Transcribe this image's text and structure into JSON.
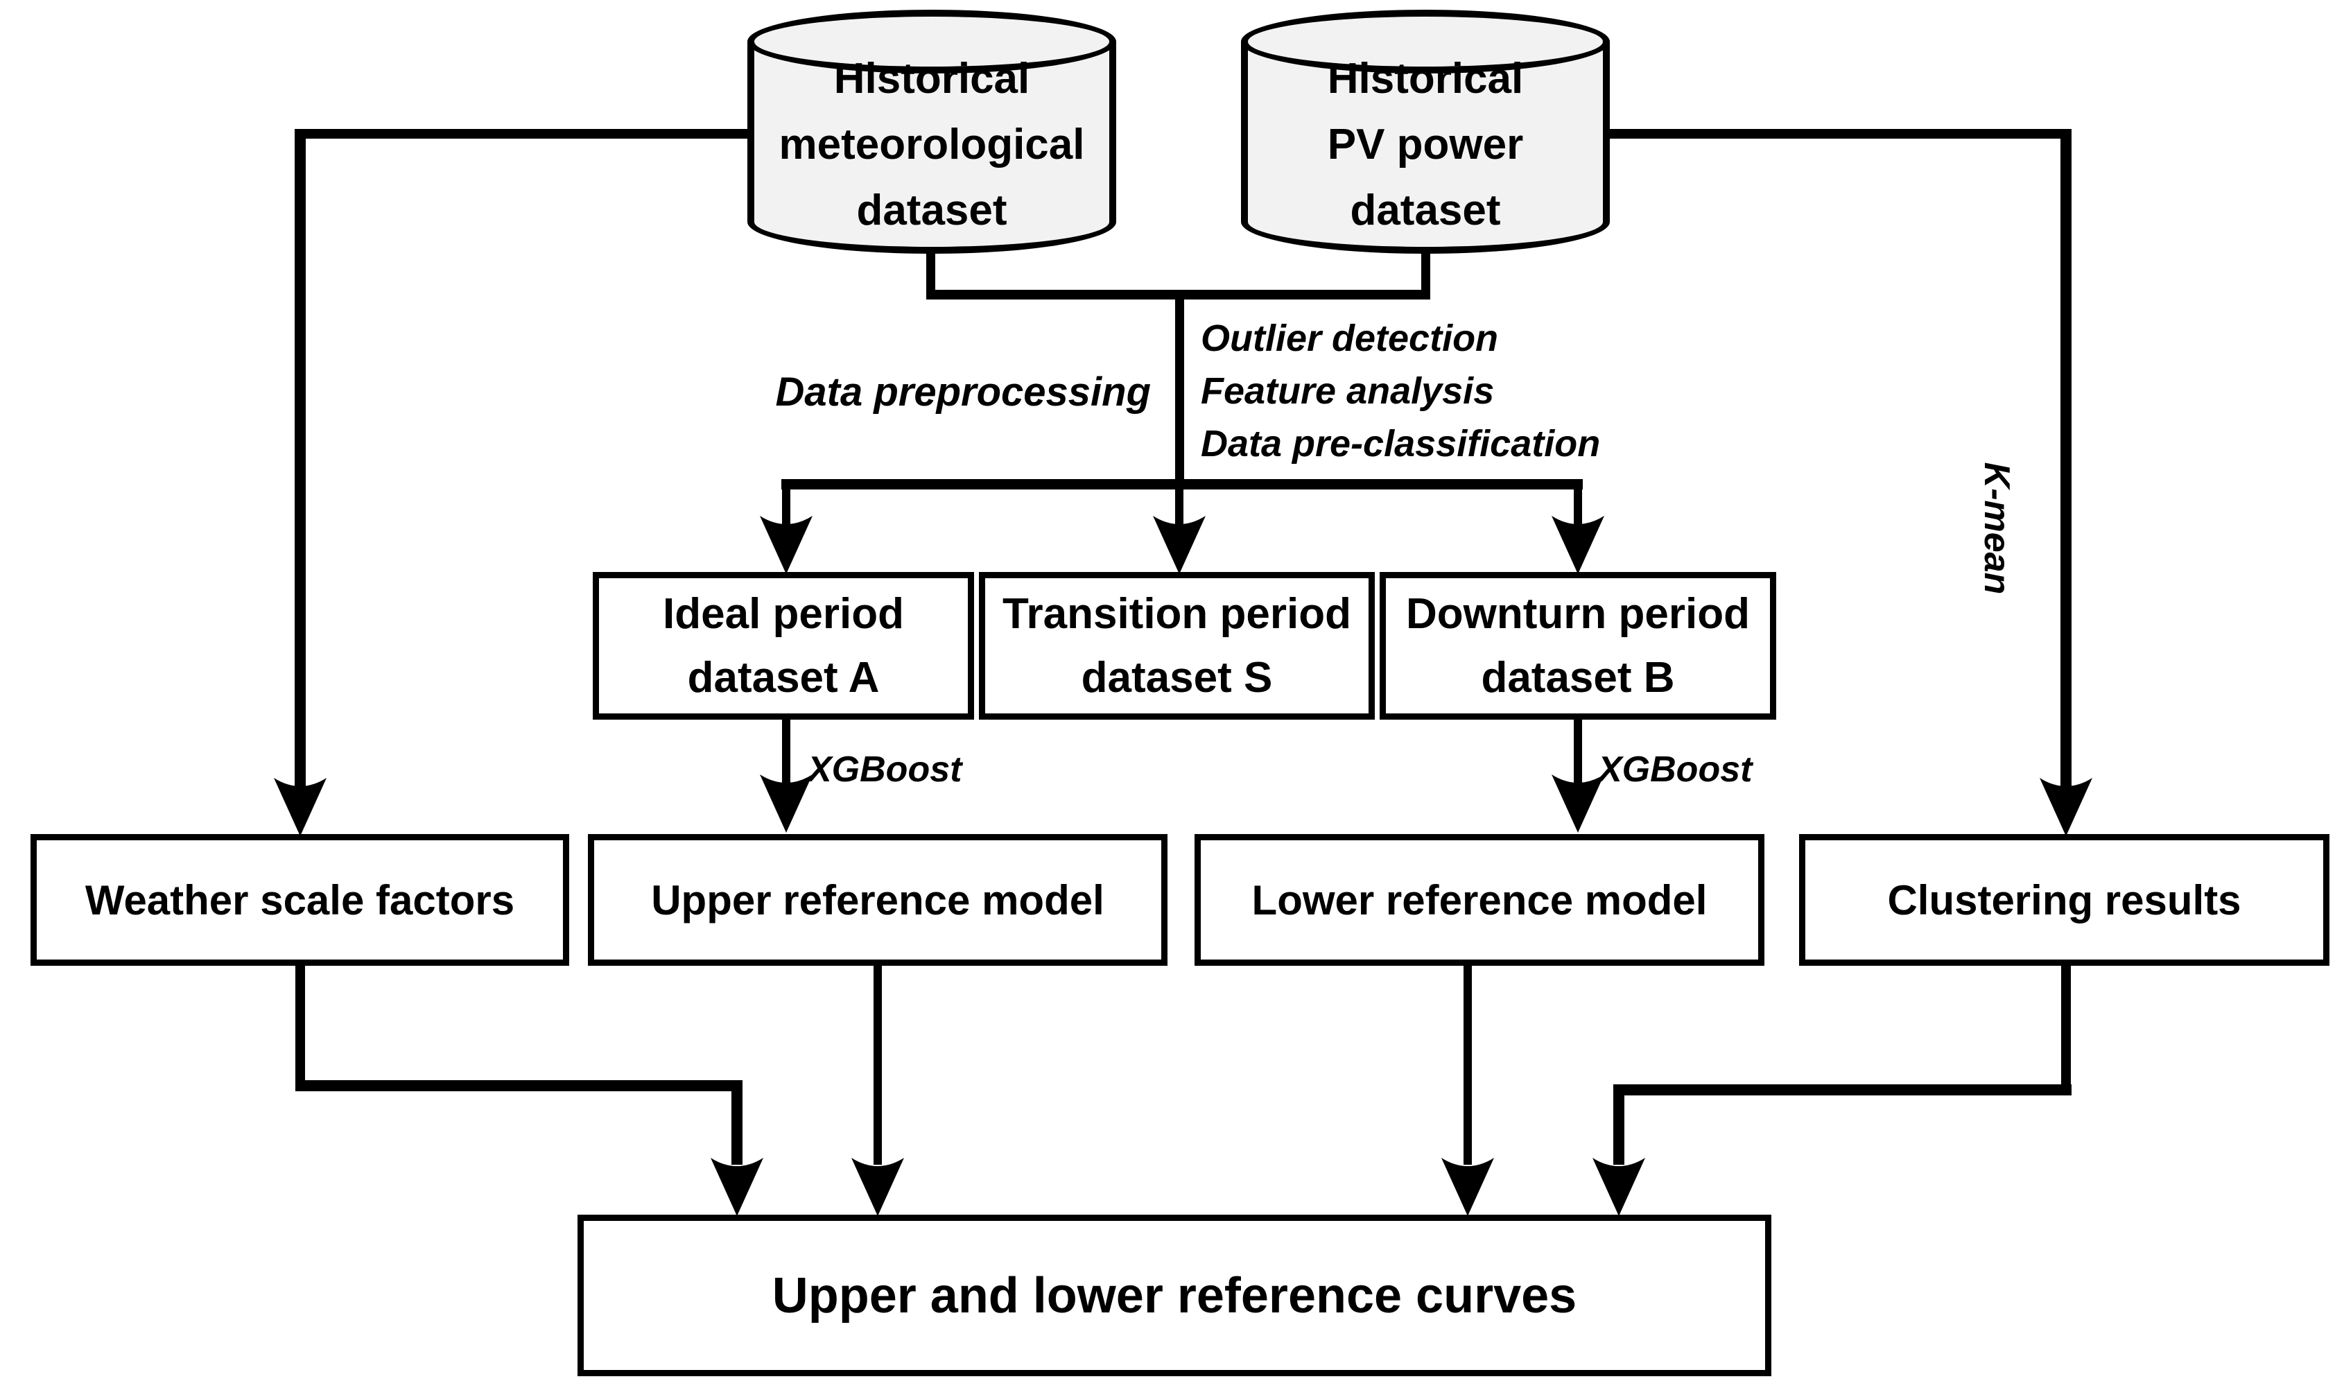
{
  "diagram": {
    "datasets": {
      "meteo": {
        "lines": [
          "Historical",
          "meteorological",
          "dataset"
        ]
      },
      "pv": {
        "lines": [
          "Historical",
          "PV power",
          "dataset"
        ]
      }
    },
    "preprocessing": {
      "label": "Data preprocessing",
      "steps": [
        "Outlier detection",
        "Feature analysis",
        "Data pre-classification"
      ]
    },
    "period_boxes": [
      {
        "lines": [
          "Ideal period",
          "dataset A"
        ]
      },
      {
        "lines": [
          "Transition period",
          "dataset S"
        ]
      },
      {
        "lines": [
          "Downturn period",
          "dataset B"
        ]
      }
    ],
    "edge_labels": {
      "xgboost_left": "XGBoost",
      "xgboost_right": "XGBoost",
      "kmean": "K-mean"
    },
    "result_boxes": {
      "weather": "Weather scale factors",
      "upper": "Upper reference model",
      "lower": "Lower reference model",
      "clustering": "Clustering results"
    },
    "output_box": "Upper and lower reference curves",
    "colors": {
      "line": "#000000",
      "cylinder_fill": "#f2f2f2",
      "box_fill": "#ffffff",
      "background": "#ffffff"
    }
  }
}
